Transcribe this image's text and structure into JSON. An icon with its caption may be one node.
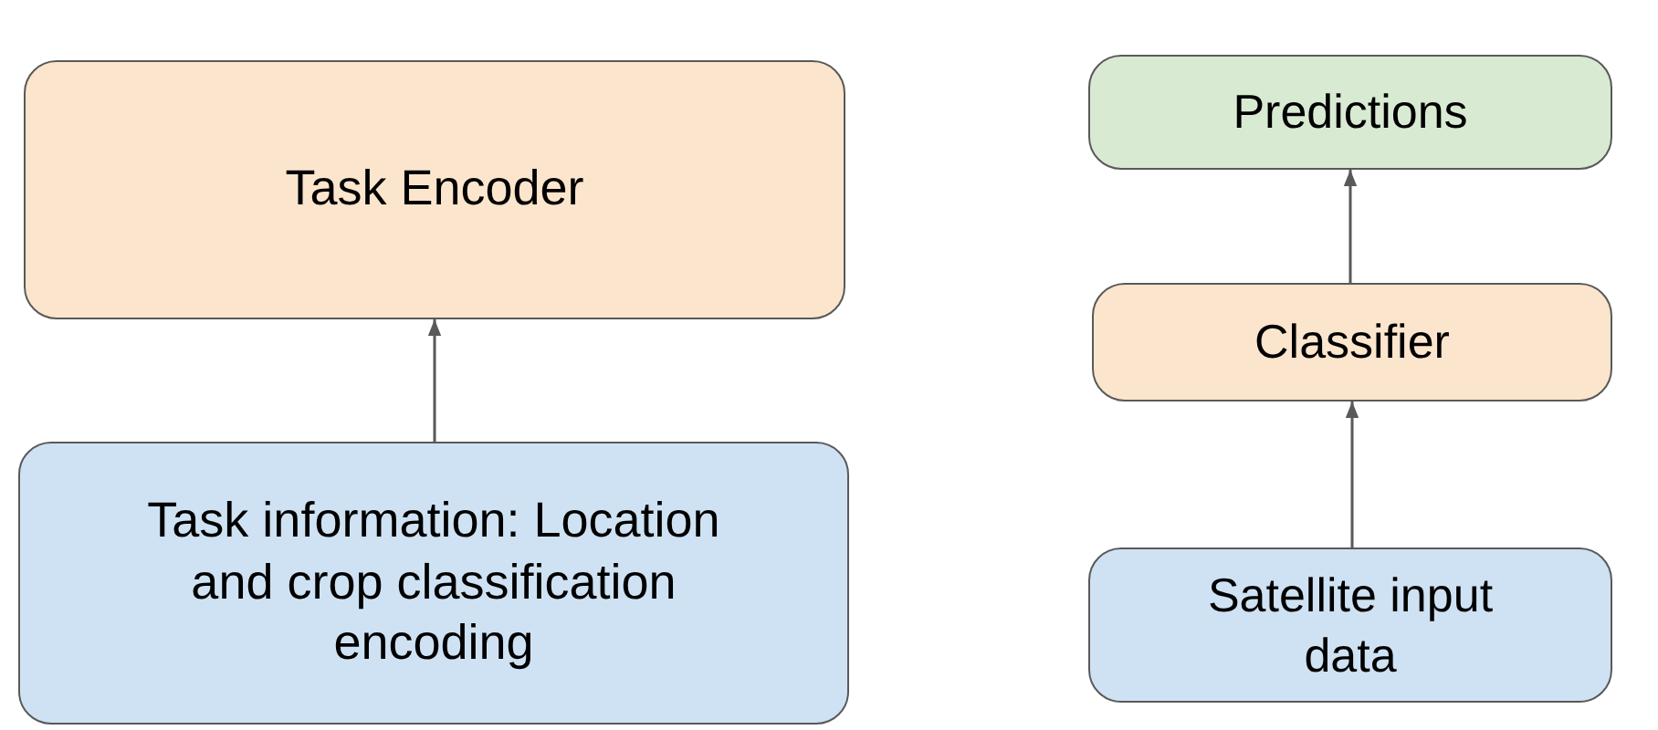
{
  "diagram": {
    "nodes": [
      {
        "text": [
          "Task Encoder"
        ]
      },
      {
        "text": [
          "Task information: Location and crop classification encoding"
        ]
      },
      {
        "text": [
          "Predictions"
        ]
      },
      {
        "text": [
          "Classifier"
        ]
      },
      {
        "text": [
          "Satellite input data"
        ]
      }
    ],
    "edges": [
      {
        "from": 1,
        "to": 0,
        "arrow": "to"
      },
      {
        "from": 3,
        "to": 2,
        "arrow": "to"
      },
      {
        "from": 4,
        "to": 3,
        "arrow": "to"
      }
    ]
  }
}
